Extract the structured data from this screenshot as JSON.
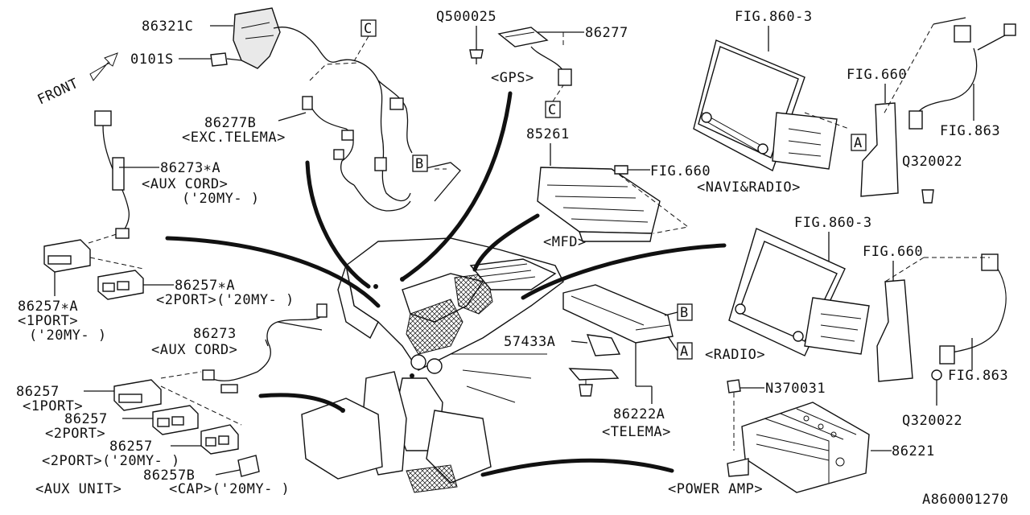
{
  "diagram": {
    "front_label": "FRONT",
    "drawing_number": "A860001270",
    "callouts": {
      "c86321C": "86321C",
      "c0101S": "0101S",
      "c86277B": "86277B",
      "c86277B_note": "<EXC.TELEMA>",
      "c86273A": "86273∗A",
      "c86273A_note1": "<AUX CORD>",
      "c86273A_note2": "('20MY- )",
      "c86257A_1": "86257∗A",
      "c86257A_1_note1": "<1PORT>",
      "c86257A_1_note2": "('20MY- )",
      "c86257A_2": "86257∗A",
      "c86257A_2_note": "<2PORT>('20MY- )",
      "c86273": "86273",
      "c86273_note": "<AUX CORD>",
      "c86257_1": "86257",
      "c86257_1_note": "<1PORT>",
      "c86257_2": "86257",
      "c86257_2_note": "<2PORT>",
      "c86257_3": "86257",
      "c86257_3_note": "<2PORT>('20MY- )",
      "aux_unit": "<AUX UNIT>",
      "c86257B": "86257B",
      "c86257B_note": "<CAP>('20MY- )",
      "cQ500025": "Q500025",
      "c86277": "86277",
      "gps": "<GPS>",
      "c85261": "85261",
      "fig660_mfd": "FIG.660",
      "mfd": "<MFD>",
      "c57433A": "57433A",
      "c86222A": "86222A",
      "telema": "<TELEMA>",
      "fig8603_top": "FIG.860-3",
      "fig660_top": "FIG.660",
      "fig863_top": "FIG.863",
      "cQ320022_top": "Q320022",
      "navi_radio": "<NAVI&RADIO>",
      "fig8603_mid": "FIG.860-3",
      "fig660_mid": "FIG.660",
      "radio": "<RADIO>",
      "fig863_mid": "FIG.863",
      "cQ320022_mid": "Q320022",
      "cN370031": "N370031",
      "c86221": "86221",
      "power_amp": "<POWER AMP>"
    },
    "ref_boxes": {
      "c_top": "C",
      "c_gps": "C",
      "b_harness": "B",
      "b_telema": "B",
      "a_telema": "A",
      "a_navi": "A"
    }
  }
}
